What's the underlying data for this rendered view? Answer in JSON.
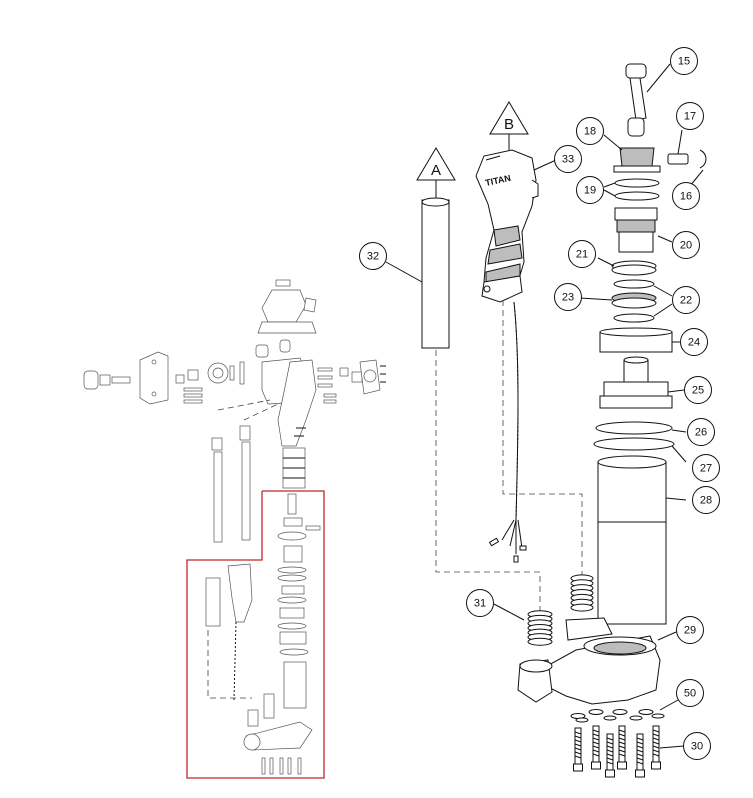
{
  "diagram": {
    "view_labels": [
      "A",
      "B"
    ],
    "brand_text": "TITAN",
    "callouts": [
      "15",
      "16",
      "17",
      "18",
      "19",
      "20",
      "21",
      "22",
      "23",
      "24",
      "25",
      "26",
      "27",
      "28",
      "29",
      "30",
      "31",
      "32",
      "33",
      "50"
    ],
    "highlight_color": "#c0262b",
    "line_color": "#111111"
  }
}
